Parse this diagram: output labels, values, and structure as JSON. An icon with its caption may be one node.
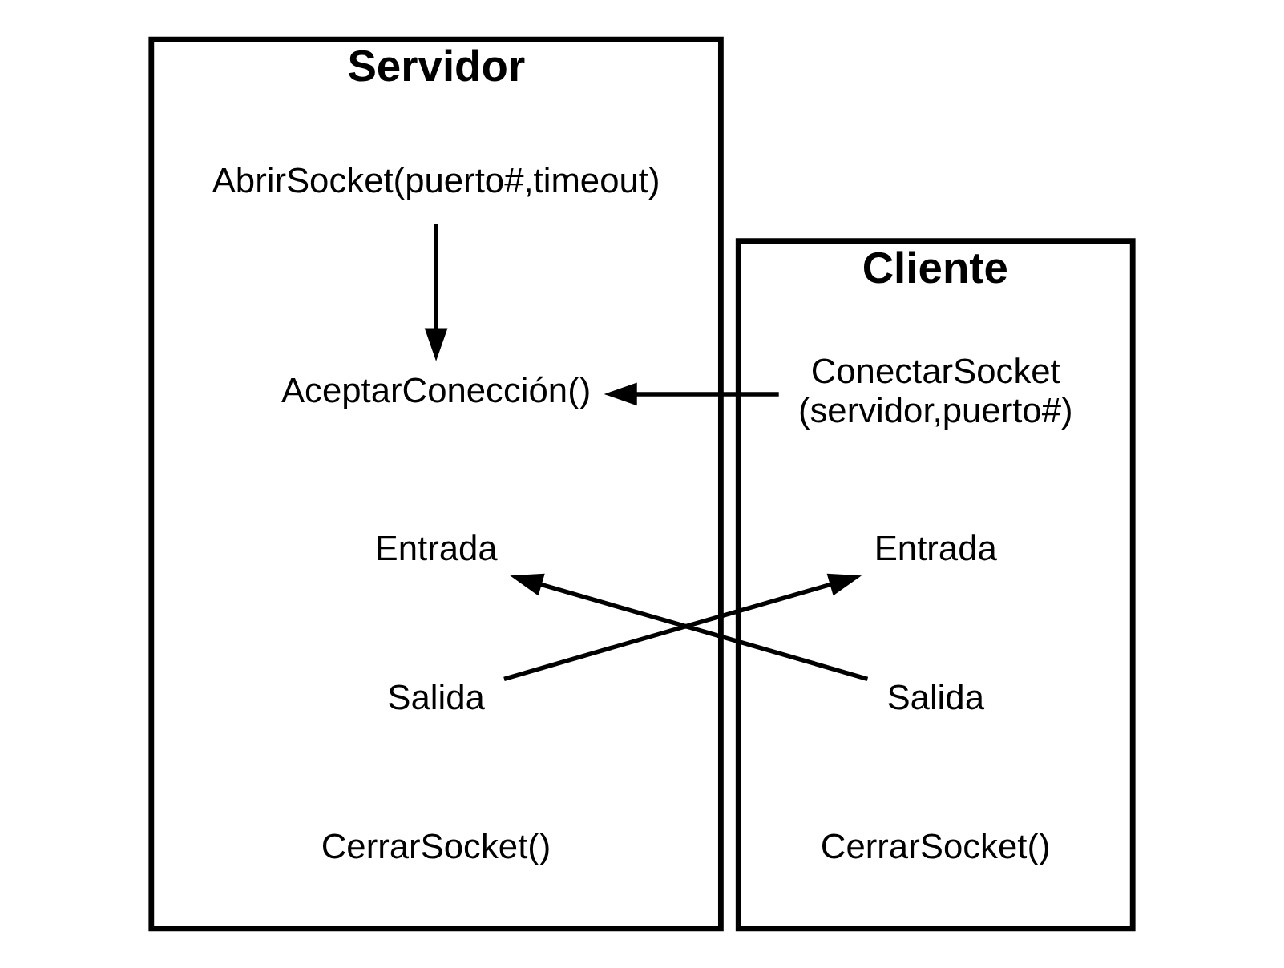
{
  "diagram": {
    "nodes": [
      {
        "text": [
          "Servidor"
        ]
      },
      {
        "text": [
          "AbrirSocket(puerto#,timeout)"
        ],
        "in": 0
      },
      {
        "text": [
          "AceptarConección()"
        ],
        "in": 0
      },
      {
        "text": [
          "Entrada"
        ],
        "in": 0
      },
      {
        "text": [
          "Salida"
        ],
        "in": 0
      },
      {
        "text": [
          "CerrarSocket()"
        ],
        "in": 0
      },
      {
        "text": [
          "Cliente"
        ]
      },
      {
        "text": [
          "ConectarSocket (servidor,puerto#)"
        ],
        "in": 6
      },
      {
        "text": [
          "Entrada"
        ],
        "in": 6
      },
      {
        "text": [
          "Salida"
        ],
        "in": 6
      },
      {
        "text": [
          "CerrarSocket()"
        ],
        "in": 6
      }
    ],
    "edges": [
      {
        "from": 1,
        "to": 2,
        "arrow": "to"
      },
      {
        "from": 7,
        "to": 2,
        "arrow": "to"
      },
      {
        "from": 4,
        "to": 8,
        "arrow": "to"
      },
      {
        "from": 9,
        "to": 3,
        "arrow": "to"
      }
    ]
  }
}
